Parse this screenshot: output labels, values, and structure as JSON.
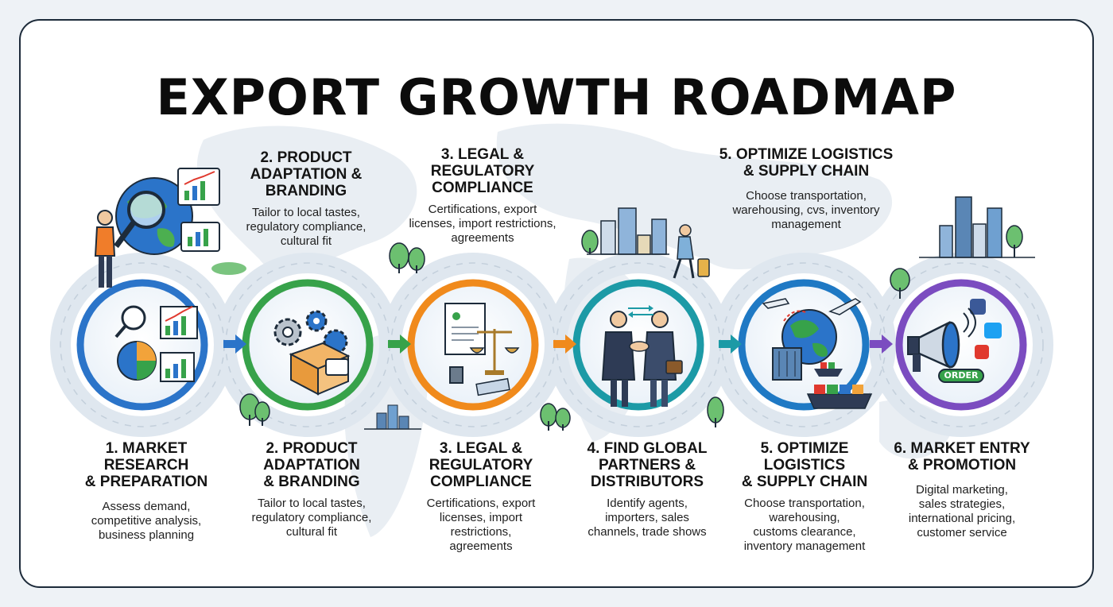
{
  "title": "EXPORT GROWTH ROADMAP",
  "top_labels": [
    {
      "heading": "2. PRODUCT\nADAPTATION &\nBRANDING",
      "desc": "Tailor to local tastes,\nregulatory compliance,\ncultural fit"
    },
    {
      "heading": "3. LEGAL &\nREGULATORY\nCOMPLIANCE",
      "desc": "Certifications, export\nlicenses, import restrictions,\nagreements"
    },
    {
      "heading": "5. OPTIMIZE LOGISTICS\n& SUPPLY CHAIN",
      "desc": "Choose transportation,\nwarehousing, cvs, inventory\nmanagement"
    }
  ],
  "steps": [
    {
      "heading": "1. MARKET RESEARCH\n& PREPARATION",
      "desc": "Assess demand,\ncompetitive analysis,\nbusiness planning",
      "color": "#2b74c9",
      "icon": "market-research-icon"
    },
    {
      "heading": "2. PRODUCT\nADAPTATION\n& BRANDING",
      "desc": "Tailor to local tastes,\nregulatory compliance,\ncultural fit",
      "color": "#37a24a",
      "icon": "gears-box-icon"
    },
    {
      "heading": "3. LEGAL &\nREGULATORY\nCOMPLIANCE",
      "desc": "Certifications, export\nlicenses, import\nrestrictions,\nagreements",
      "color": "#f08a1c",
      "icon": "legal-scales-icon"
    },
    {
      "heading": "4. FIND GLOBAL\nPARTNERS &\nDISTRIBUTORS",
      "desc": "Identify agents,\nimporters, sales\nchannels, trade shows",
      "color": "#1c9aa6",
      "icon": "handshake-icon"
    },
    {
      "heading": "5. OPTIMIZE\nLOGISTICS\n& SUPPLY CHAIN",
      "desc": "Choose transportation,\nwarehousing,\ncustoms clearance,\ninventory management",
      "color": "#1f79c4",
      "icon": "logistics-globe-icon"
    },
    {
      "heading": "6. MARKET ENTRY\n& PROMOTION",
      "desc": "Digital marketing,\nsales strategies,\ninternational pricing,\ncustomer service",
      "color": "#7b4cc0",
      "icon": "megaphone-icon"
    }
  ],
  "order_badge": "ORDER",
  "colors": {
    "arrow1": "#2b74c9",
    "arrow2": "#37a24a",
    "arrow3": "#f08a1c",
    "arrow4": "#1c9aa6",
    "arrow5": "#7b4cc0"
  }
}
